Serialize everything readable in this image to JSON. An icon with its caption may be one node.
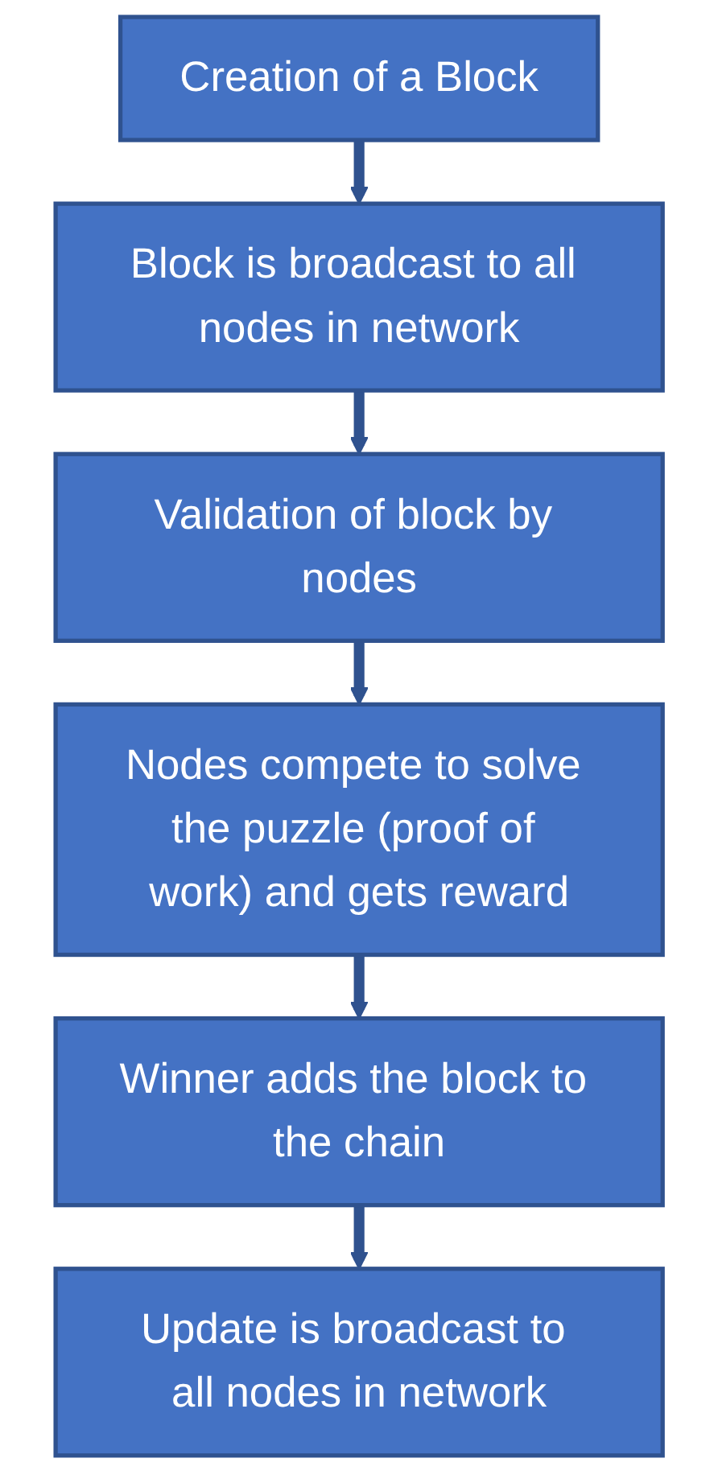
{
  "diagram": {
    "nodes": [
      {
        "text": [
          "Creation of a Block"
        ]
      },
      {
        "text": [
          "Block is broadcast to all nodes in network"
        ]
      },
      {
        "text": [
          "Validation of block by nodes"
        ]
      },
      {
        "text": [
          "Nodes compete to solve the puzzle (proof of work) and gets reward"
        ]
      },
      {
        "text": [
          "Winner adds the block to the chain"
        ]
      },
      {
        "text": [
          "Update is broadcast to all nodes in network"
        ]
      }
    ],
    "edges": [
      {
        "from": 0,
        "to": 1,
        "arrow": "to"
      },
      {
        "from": 1,
        "to": 2,
        "arrow": "to"
      },
      {
        "from": 2,
        "to": 3,
        "arrow": "to"
      },
      {
        "from": 3,
        "to": 4,
        "arrow": "to"
      },
      {
        "from": 4,
        "to": 5,
        "arrow": "to"
      }
    ]
  }
}
